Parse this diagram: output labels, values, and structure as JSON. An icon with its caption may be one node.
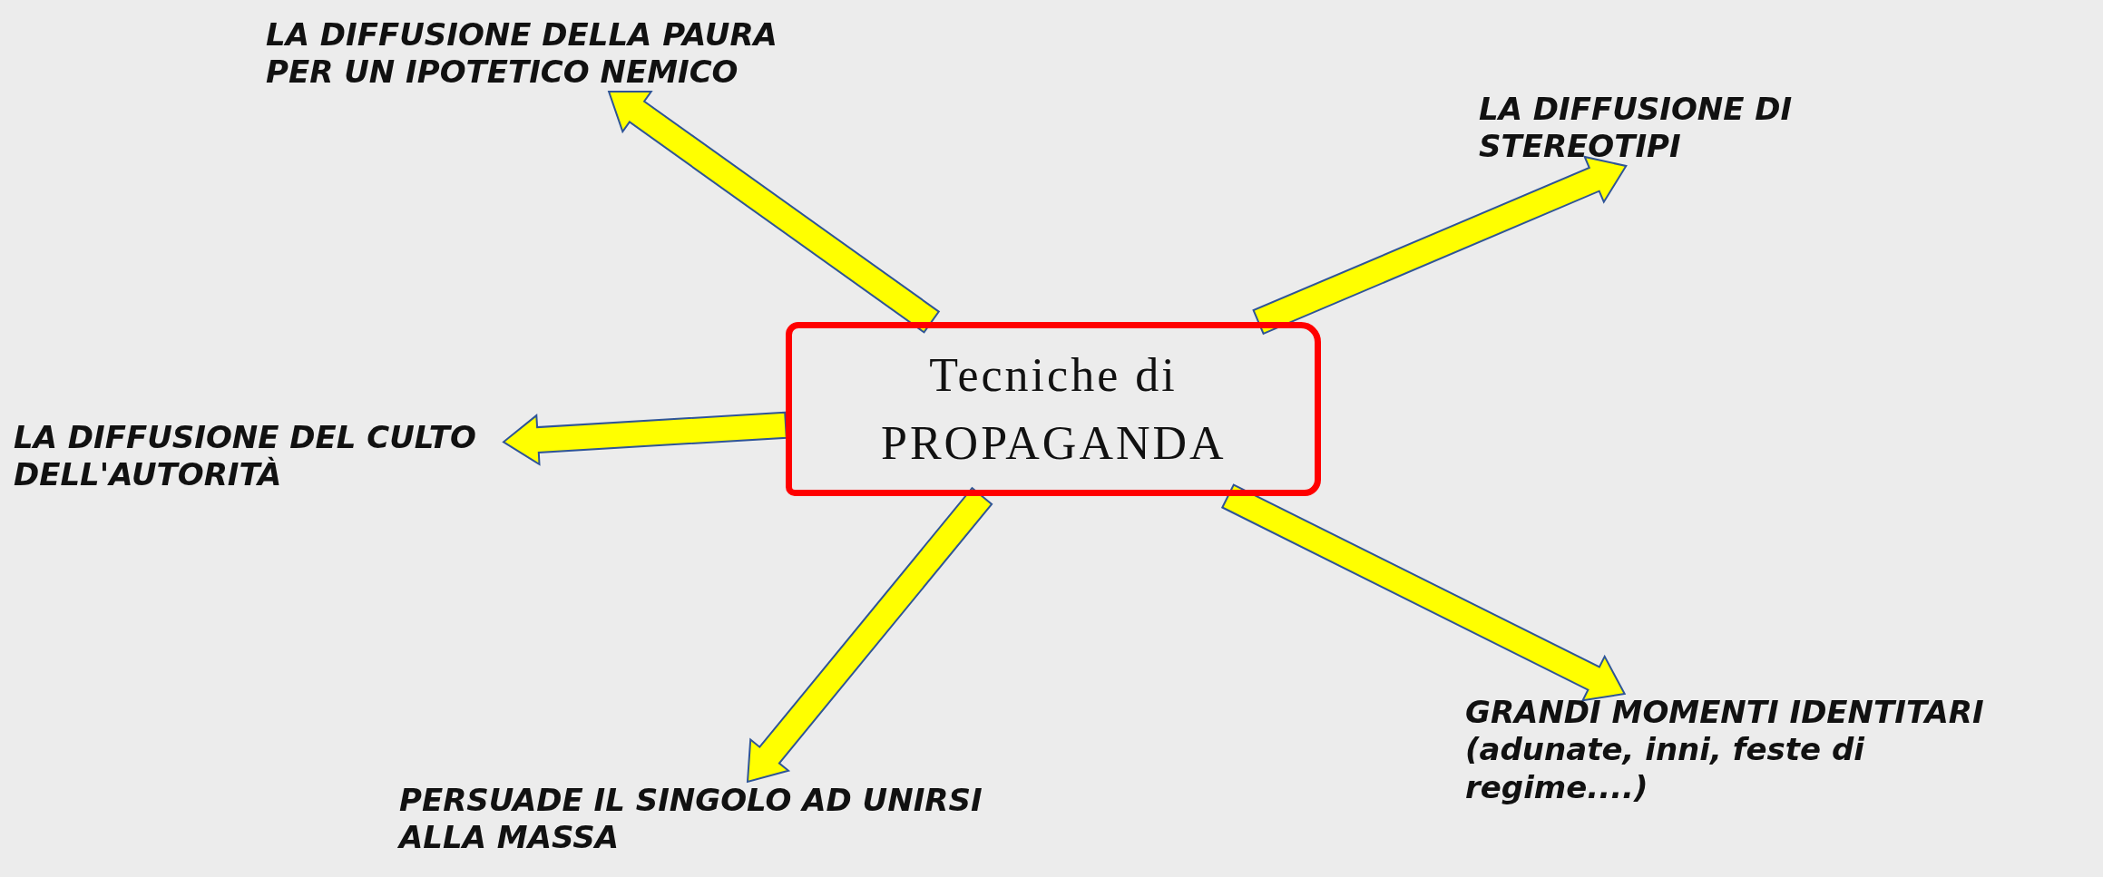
{
  "diagram": {
    "nodes": [
      {
        "text": [
          "Tecniche di PROPAGANDA"
        ]
      },
      {
        "text": [
          "LA DIFFUSIONE DELLA PAURA PER UN IPOTETICO NEMICO"
        ]
      },
      {
        "text": [
          "LA DIFFUSIONE DI STEREOTIPI"
        ]
      },
      {
        "text": [
          "LA DIFFUSIONE DEL CULTO DELL'AUTORITÀ"
        ]
      },
      {
        "text": [
          "PERSUADE IL SINGOLO AD UNIRSI ALLA MASSA"
        ]
      },
      {
        "text": [
          "GRANDI MOMENTI IDENTITARI (adunate, inni, feste di regime....)"
        ]
      }
    ],
    "edges": [
      {
        "from": 0,
        "to": 1,
        "arrow": "to"
      },
      {
        "from": 0,
        "to": 2,
        "arrow": "to"
      },
      {
        "from": 0,
        "to": 3,
        "arrow": "to"
      },
      {
        "from": 0,
        "to": 4,
        "arrow": "to"
      },
      {
        "from": 0,
        "to": 5,
        "arrow": "to"
      }
    ]
  }
}
